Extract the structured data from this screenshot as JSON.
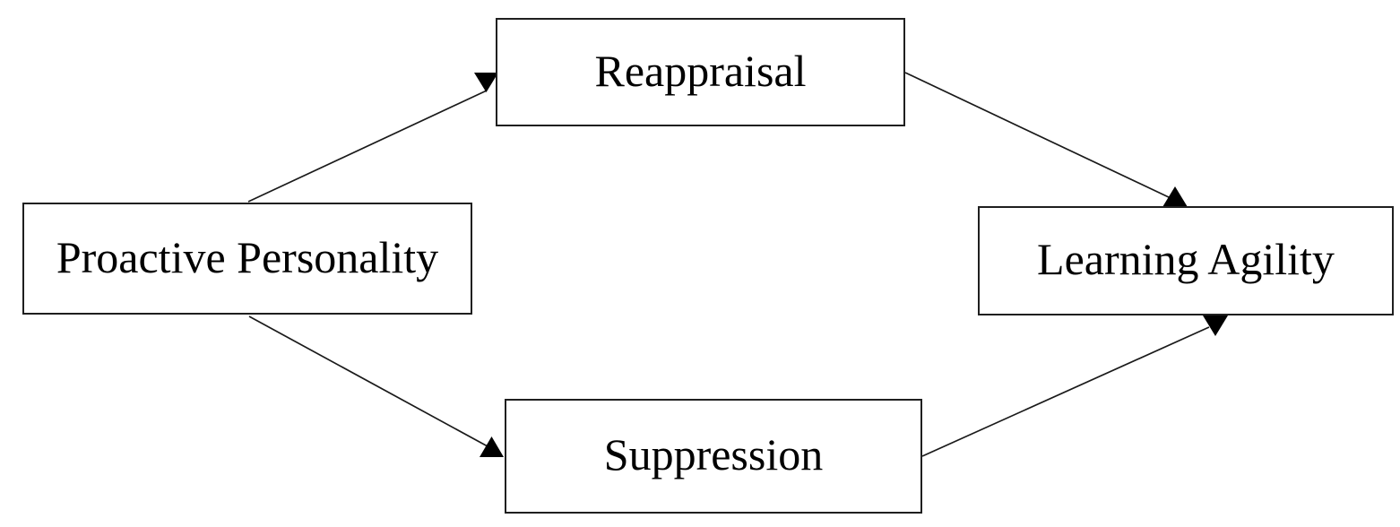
{
  "diagram": {
    "type": "mediation-model",
    "background_color": "#ffffff",
    "box_fill": "#ffffff",
    "box_border_color": "#1f1f1f",
    "line_color": "#1a1a1a",
    "arrowhead_color": "#000000",
    "text_color": "#000000",
    "nodes": {
      "proactive_personality": {
        "label": "Proactive Personality",
        "role": "predictor"
      },
      "reappraisal": {
        "label": "Reappraisal",
        "role": "mediator-top"
      },
      "suppression": {
        "label": "Suppression",
        "role": "mediator-bottom"
      },
      "learning_agility": {
        "label": "Learning Agility",
        "role": "outcome"
      }
    },
    "edges": [
      {
        "from": "Proactive Personality",
        "to": "Reappraisal",
        "style": "solid-arrow"
      },
      {
        "from": "Proactive Personality",
        "to": "Suppression",
        "style": "solid-arrow"
      },
      {
        "from": "Reappraisal",
        "to": "Learning Agility",
        "style": "solid-arrow"
      },
      {
        "from": "Suppression",
        "to": "Learning Agility",
        "style": "solid-arrow"
      }
    ]
  }
}
